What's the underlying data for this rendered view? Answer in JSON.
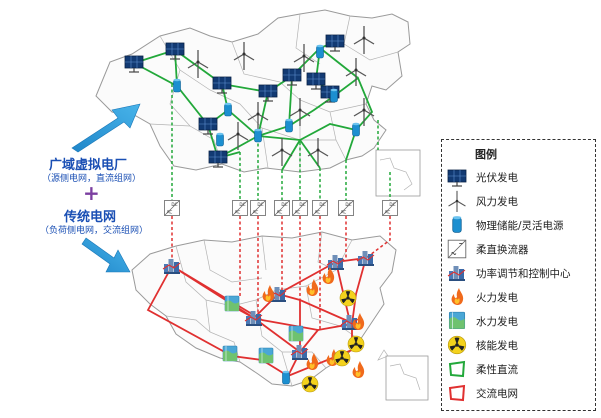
{
  "left_labels": {
    "virtual_plant_title": "广域虚拟电厂",
    "virtual_plant_sub": "（源侧电网，直流组网）",
    "plus_sign": "+",
    "traditional_title": "传统电网",
    "traditional_sub": "（负荷侧电网，交流组网）"
  },
  "legend": {
    "title": "图例",
    "items": [
      {
        "icon": "solar-panel-icon",
        "label": "光伏发电"
      },
      {
        "icon": "wind-turbine-icon",
        "label": "风力发电"
      },
      {
        "icon": "storage-cylinder-icon",
        "label": "物理储能/灵活电源"
      },
      {
        "icon": "dc-converter-icon",
        "label": "柔直换流器"
      },
      {
        "icon": "control-center-icon",
        "label": "功率调节和控制中心"
      },
      {
        "icon": "thermal-fire-icon",
        "label": "火力发电"
      },
      {
        "icon": "hydro-icon",
        "label": "水力发电"
      },
      {
        "icon": "nuclear-icon",
        "label": "核能发电"
      },
      {
        "icon": "flexible-dc-line-icon",
        "label": "柔性直流"
      },
      {
        "icon": "ac-grid-line-icon",
        "label": "交流电网"
      }
    ]
  },
  "converter_label": {
    "top": "DC",
    "bottom": "AC"
  },
  "colors": {
    "dc_line": "#22a83a",
    "ac_line": "#e03030",
    "arrow": "#2a9ad8",
    "title_text": "#1a4fb4",
    "plus": "#7b3fa0",
    "storage": "#1c8fd0",
    "map_outline": "#9a9a9a"
  }
}
